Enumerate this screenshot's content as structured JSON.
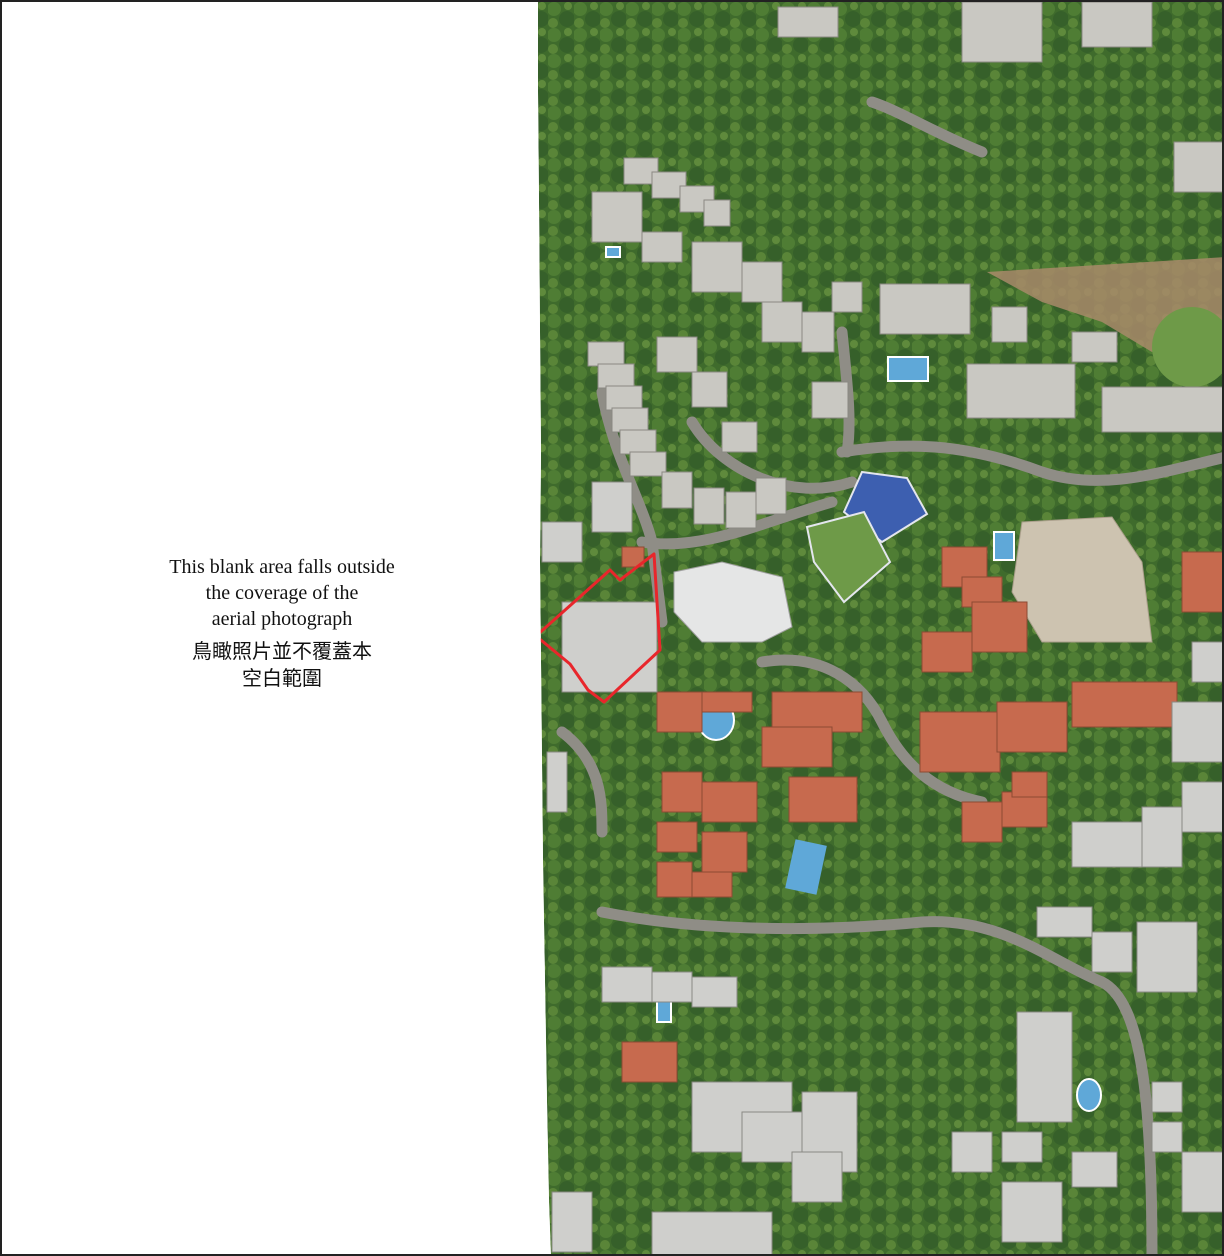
{
  "note": {
    "en_lines": [
      "This blank area falls outside",
      "the coverage of the",
      "aerial photograph"
    ],
    "zh_lines": [
      "鳥瞰照片並不覆蓋本",
      "空白範圍"
    ]
  },
  "colors": {
    "site_boundary": "#e8262b",
    "frame": "#222222",
    "blank_area": "#ffffff",
    "forest": "#3f6b2c",
    "forest_light": "#5f8a3c",
    "road": "#8f8d86",
    "roof_grey": "#c9c8c2",
    "roof_tile": "#c76a4e",
    "pool": "#5fa8d8",
    "tennis_court": "#3d5fb0",
    "grass": "#6e9a48"
  },
  "icons": {
    "site_boundary": "red-outline-polygon"
  }
}
